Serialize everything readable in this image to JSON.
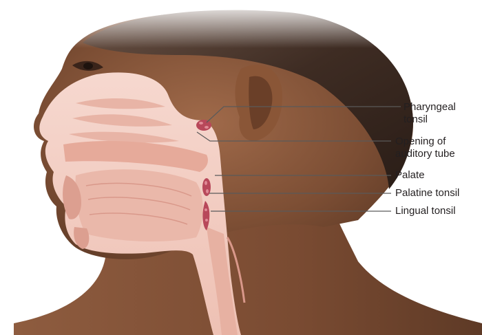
{
  "labels": {
    "pharyngeal_tonsil": {
      "line1": "Pharyngeal",
      "line2": "tonsil"
    },
    "auditory_tube": {
      "line1": "Opening of",
      "line2": "auditory tube"
    },
    "palate": "Palate",
    "palatine_tonsil": "Palatine tonsil",
    "lingual_tonsil": "Lingual tonsil"
  },
  "colors": {
    "skin": "#8a5a3e",
    "skin_dark": "#5e3a26",
    "hair": "#3a2a22",
    "tissue": "#f2cfc4",
    "tissue_dark": "#e0a99b",
    "tonsil": "#b8485a",
    "leader_line": "#5a5a5a",
    "label_text": "#231f20"
  }
}
